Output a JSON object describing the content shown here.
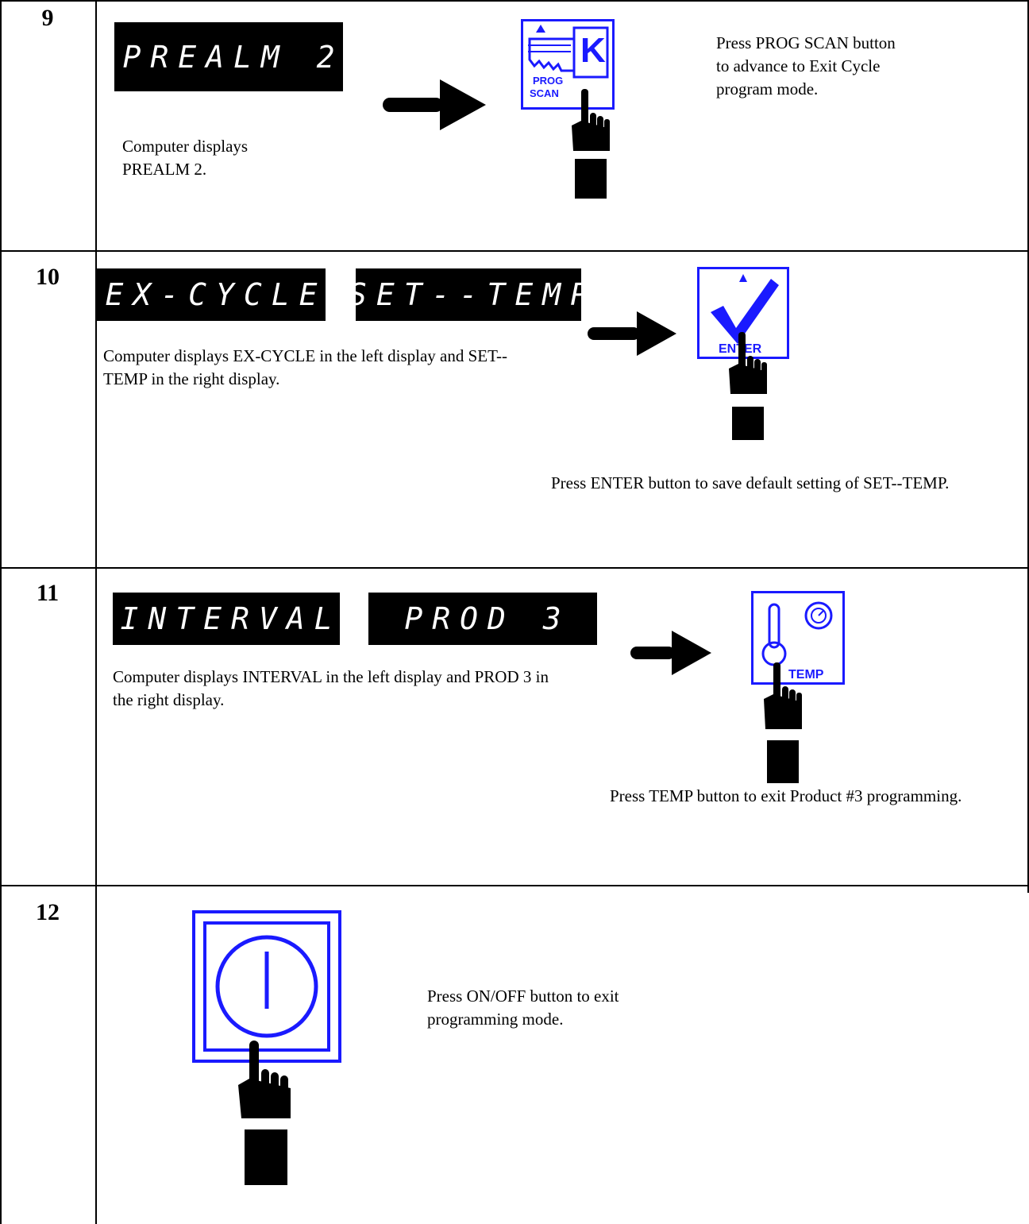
{
  "steps": [
    {
      "number": "9",
      "displays": [
        "PREALM 2"
      ],
      "description": "Computer displays PREALM 2.",
      "instruction": "Press PROG SCAN button to advance to Exit Cycle program mode.",
      "button": {
        "name": "prog-scan",
        "label_line1": "PROG",
        "label_line2": "SCAN",
        "key_letter": "K"
      }
    },
    {
      "number": "10",
      "displays": [
        "EX-CYCLE",
        "SET--TEMP"
      ],
      "description": "Computer displays EX-CYCLE in the left display and SET--TEMP in the right display.",
      "instruction": "Press ENTER button to save default setting of SET--TEMP.",
      "button": {
        "name": "enter",
        "label": "ENTER"
      }
    },
    {
      "number": "11",
      "displays": [
        "INTERVAL",
        "PROD 3"
      ],
      "description": "Computer displays INTERVAL in the left display and PROD 3 in the right display.",
      "instruction": "Press TEMP button to exit Product #3 programming.",
      "button": {
        "name": "temp",
        "label": "TEMP"
      }
    },
    {
      "number": "12",
      "displays": [],
      "description": "",
      "instruction": "Press ON/OFF button to exit programming mode.",
      "button": {
        "name": "on-off",
        "label": ""
      }
    }
  ],
  "colors": {
    "button_blue": "#1a1aff",
    "display_bg": "#000000",
    "display_text": "#ffffff"
  }
}
